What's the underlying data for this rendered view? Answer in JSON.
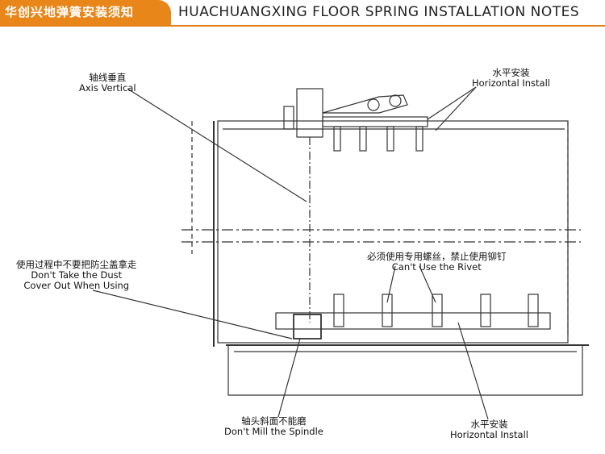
{
  "header": {
    "title_cn": "华创兴地弹簧安装须知",
    "title_en": "HUACHUANGXING FLOOR SPRING INSTALLATION NOTES"
  },
  "labels": {
    "axis_vertical": {
      "cn": "轴线垂直",
      "en": "Axis Vertical"
    },
    "horizontal_install_top": {
      "cn": "水平安装",
      "en": "Horizontal Install"
    },
    "dust_cover": {
      "cn": "使用过程中不要把防尘盖拿走",
      "en_line1": "Don't Take the Dust",
      "en_line2": "Cover Out When Using"
    },
    "rivet": {
      "cn": "必须使用专用螺丝，禁止使用铆钉",
      "en": "Can't Use the Rivet"
    },
    "spindle": {
      "cn": "轴头斜面不能磨",
      "en": "Don't Mill the Spindle"
    },
    "horizontal_install_bottom": {
      "cn": "水平安装",
      "en": "Horizontal Install"
    }
  },
  "colors": {
    "accent": "#e8861a",
    "line": "#333333"
  }
}
